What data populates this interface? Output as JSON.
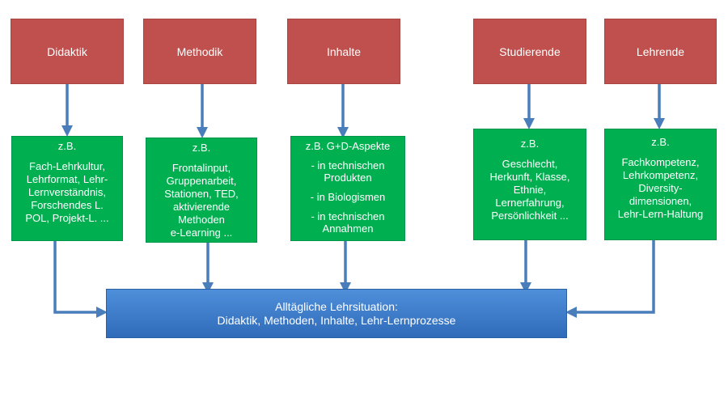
{
  "categories": [
    {
      "id": "didaktik",
      "title": "Didaktik",
      "examples": [
        "z.B.",
        "Fach-Lehrkultur,",
        "Lehrformat, Lehr-",
        "Lernverständnis,",
        "Forschendes L.",
        "POL, Projekt-L. ..."
      ]
    },
    {
      "id": "methodik",
      "title": "Methodik",
      "examples": [
        "z.B.",
        "Frontalinput,",
        "Gruppenarbeit,",
        "Stationen,  TED,",
        "aktivierende",
        "Methoden",
        "e-Learning ..."
      ]
    },
    {
      "id": "inhalte",
      "title": "Inhalte",
      "examples": [
        "z.B. G+D-Aspekte",
        "- in technischen",
        "Produkten",
        "-  in Biologismen",
        "-  in technischen",
        "Annahmen"
      ]
    },
    {
      "id": "studierende",
      "title": "Studierende",
      "examples": [
        "z.B.",
        "Geschlecht,",
        "Herkunft, Klasse,",
        "Ethnie,",
        "Lernerfahrung,",
        "Persönlichkeit ..."
      ]
    },
    {
      "id": "lehrende",
      "title": "Lehrende",
      "examples": [
        "z.B.",
        "Fachkompetenz,",
        "Lehrkompetenz,",
        "Diversity-",
        "dimensionen,",
        "Lehr-Lern-Haltung"
      ]
    }
  ],
  "result": {
    "line1": "Alltägliche Lehrsituation:",
    "line2": "Didaktik, Methoden,  Inhalte, Lehr-Lernprozesse"
  },
  "colors": {
    "category": "#c0504d",
    "example": "#00b050",
    "result": "#3a7bc8",
    "arrow": "#4a7ebb"
  }
}
